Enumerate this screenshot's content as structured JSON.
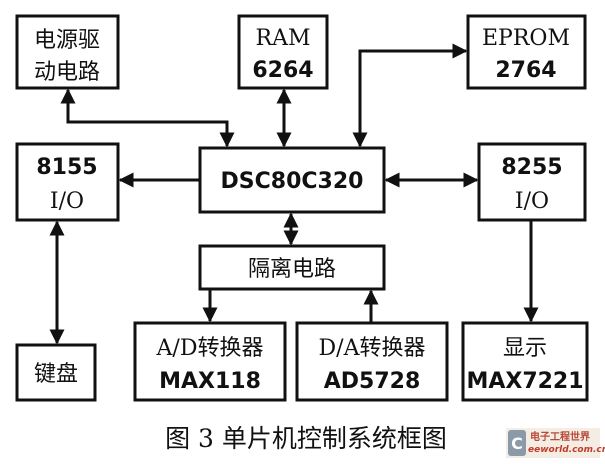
{
  "blocks": {
    "power": {
      "line1": "电源驱",
      "line2": "动电路"
    },
    "ram": {
      "line1": "RAM",
      "line2": "6264"
    },
    "eprom": {
      "line1": "EPROM",
      "line2": "2764"
    },
    "io8155": {
      "line1": "8155",
      "line2": "I/O"
    },
    "mcu": {
      "label": "DSC80C320"
    },
    "io8255": {
      "line1": "8255",
      "line2": "I/O"
    },
    "isolation": {
      "label": "隔离电路"
    },
    "keyboard": {
      "label": "键盘"
    },
    "adc": {
      "line1": "A/D转换器",
      "line2": "MAX118"
    },
    "dac": {
      "line1": "D/A转换器",
      "line2": "AD5728"
    },
    "display": {
      "line1": "显示",
      "line2": "MAX7221"
    }
  },
  "caption": "图 3  单片机控制系统框图",
  "watermark": {
    "line1": "电子工程世界",
    "line2": "eeworld.com.cn",
    "color": "#c23a2a"
  }
}
